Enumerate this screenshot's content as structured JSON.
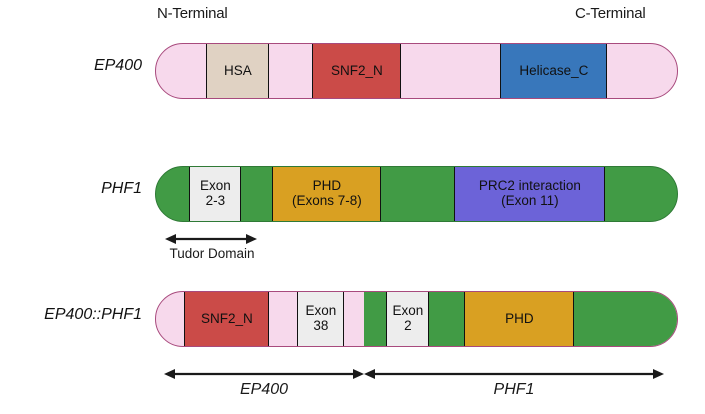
{
  "header": {
    "n_terminal": "N-Terminal",
    "c_terminal": "C-Terminal"
  },
  "colors": {
    "ep400_backbone": "#f7d9ec",
    "ep400_backbone_border": "#a84a7d",
    "phf1_backbone": "#419b45",
    "phf1_backbone_border": "#2f7a36",
    "hsa": "#e0d2c3",
    "snf2_n": "#cb4b48",
    "helicase_c": "#3877bb",
    "exon_box": "#ededed",
    "phd": "#d9a022",
    "prc2": "#6c63d8"
  },
  "rows": [
    {
      "label": "EP400",
      "backbone": "pink",
      "segments": [
        {
          "name": "hsa-block",
          "label": "HSA",
          "label2": ""
        },
        {
          "name": "snf2n-block",
          "label": "SNF2_N",
          "label2": ""
        },
        {
          "name": "helicase-c-block",
          "label": "Helicase_C",
          "label2": ""
        }
      ]
    },
    {
      "label": "PHF1",
      "backbone": "green",
      "segments": [
        {
          "name": "exon-2-3-block",
          "label": "Exon",
          "label2": "2-3"
        },
        {
          "name": "phd-block",
          "label": "PHD",
          "label2": "(Exons 7-8)"
        },
        {
          "name": "prc2-block",
          "label": "PRC2 interaction",
          "label2": "(Exon 11)"
        }
      ],
      "annotation": {
        "name": "tudor-domain",
        "label": "Tudor Domain"
      }
    },
    {
      "label": "EP400::PHF1",
      "backbone": "pink",
      "segments": [
        {
          "name": "snf2n-block",
          "label": "SNF2_N",
          "label2": ""
        },
        {
          "name": "exon-38-block",
          "label": "Exon",
          "label2": "38"
        },
        {
          "name": "exon-2-block",
          "label": "Exon",
          "label2": "2"
        },
        {
          "name": "phd-block",
          "label": "PHD",
          "label2": ""
        }
      ],
      "annotations": [
        {
          "name": "ep400-span",
          "label": "EP400"
        },
        {
          "name": "phf1-span",
          "label": "PHF1"
        }
      ]
    }
  ]
}
